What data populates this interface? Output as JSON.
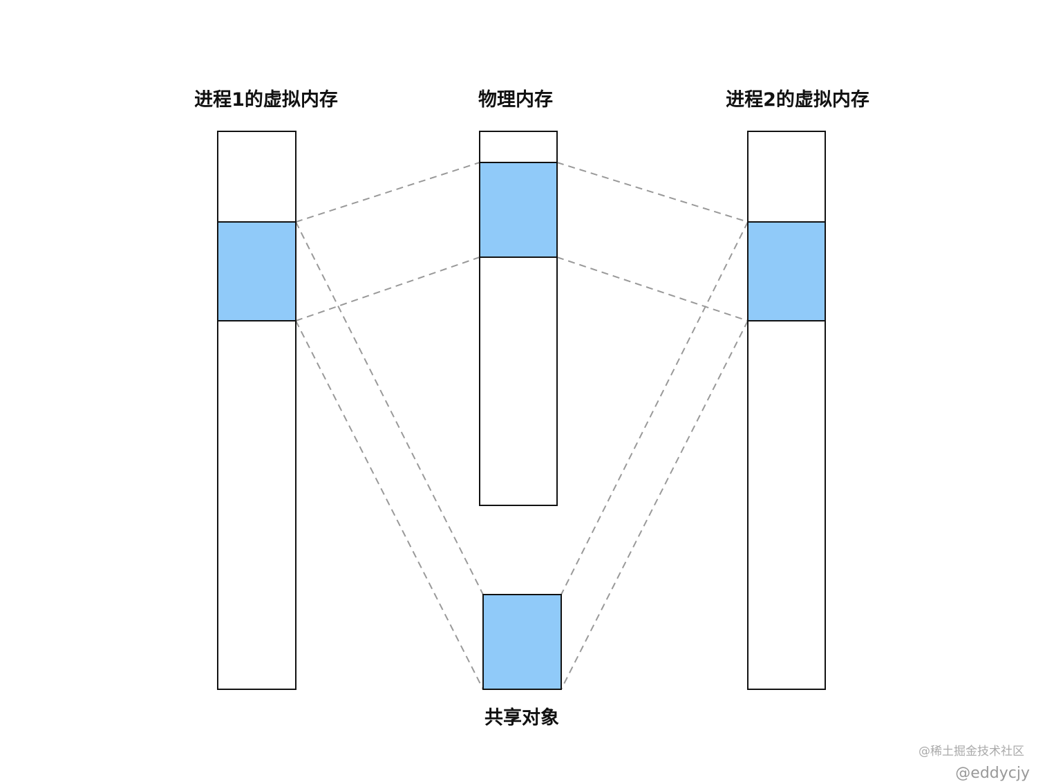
{
  "labels": {
    "process1": "进程1的虚拟内存",
    "physical": "物理内存",
    "process2": "进程2的虚拟内存",
    "shared": "共享对象"
  },
  "watermark": {
    "site": "@稀土掘金技术社区",
    "author": "@eddycjy"
  },
  "colors": {
    "mapped_block": "#90CAF9",
    "outline": "#111111",
    "dashed_line": "#999999"
  }
}
